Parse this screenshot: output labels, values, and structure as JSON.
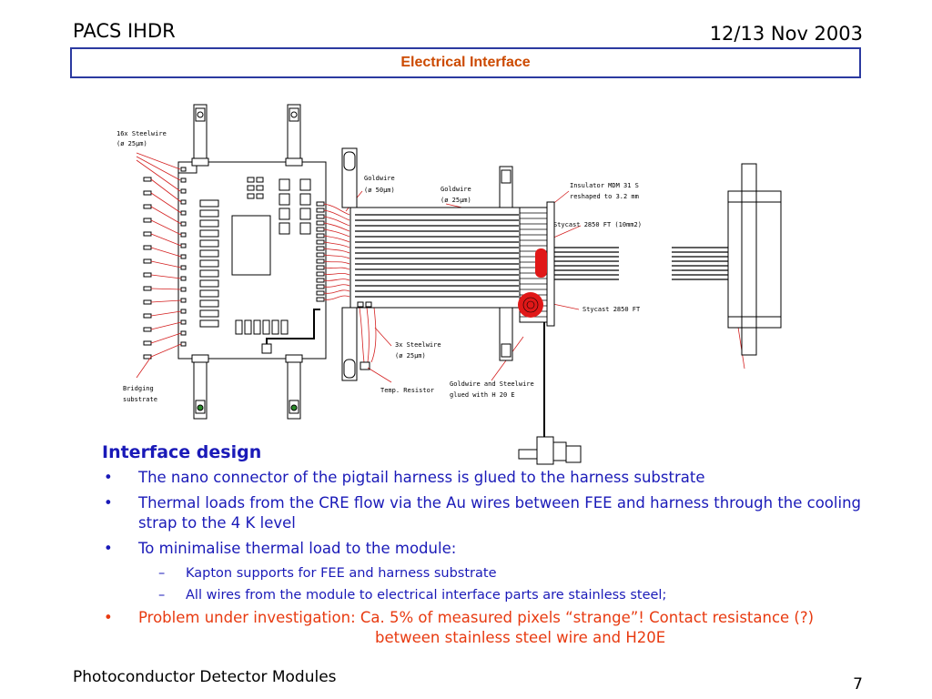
{
  "header": {
    "left": "PACS IHDR",
    "right": "12/13 Nov 2003"
  },
  "title": "Electrical Interface",
  "diagram": {
    "labels": {
      "steelwire_16x_l1": "16x Steelwire",
      "steelwire_16x_l2": "(ø 25µm)",
      "goldwire_50_l1": "Goldwire",
      "goldwire_50_l2": "(ø 50µm)",
      "goldwire_25_l1": "Goldwire",
      "goldwire_25_l2": "(ø 25µm)",
      "insulator_l1": "Insulator MDM 31 S",
      "insulator_l2": "reshaped to 3.2 mm",
      "stycast_ft_10": "Stycast 2850 FT (10mm2)",
      "stycast_ft": "Stycast 2850 FT",
      "steelwire_3x_l1": "3x Steelwire",
      "steelwire_3x_l2": "(ø 25µm)",
      "temp_resistor": "Temp. Resistor",
      "goldwire_glued_l1": "Goldwire and Steelwire",
      "goldwire_glued_l2": "glued with H 20 E",
      "bridging_l1": "Bridging",
      "bridging_l2": "substrate"
    }
  },
  "content": {
    "section_title": "Interface design",
    "bullet_char": "•",
    "dash_char": "–",
    "bullets": [
      "The nano connector of the pigtail harness is glued to the harness substrate",
      "Thermal loads from the CRE flow via the Au wires between FEE and harness through the cooling strap to the 4 K level",
      "To minimalise thermal load to the module:"
    ],
    "sub_bullets": [
      " Kapton supports for FEE and harness substrate",
      "All wires from the module to electrical interface parts are stainless steel;"
    ],
    "problem_line1": "Problem under investigation: Ca. 5% of measured pixels “strange”! Contact resistance (?)",
    "problem_line2": "between stainless steel wire and H20E"
  },
  "footer": {
    "left": "Photoconductor Detector Modules",
    "page": "7"
  },
  "colors": {
    "title": "#cc4a00",
    "box_border": "#2b3aa0",
    "body_text": "#1a1ab8",
    "problem_text": "#e83a10",
    "red_marker": "#e01818"
  }
}
